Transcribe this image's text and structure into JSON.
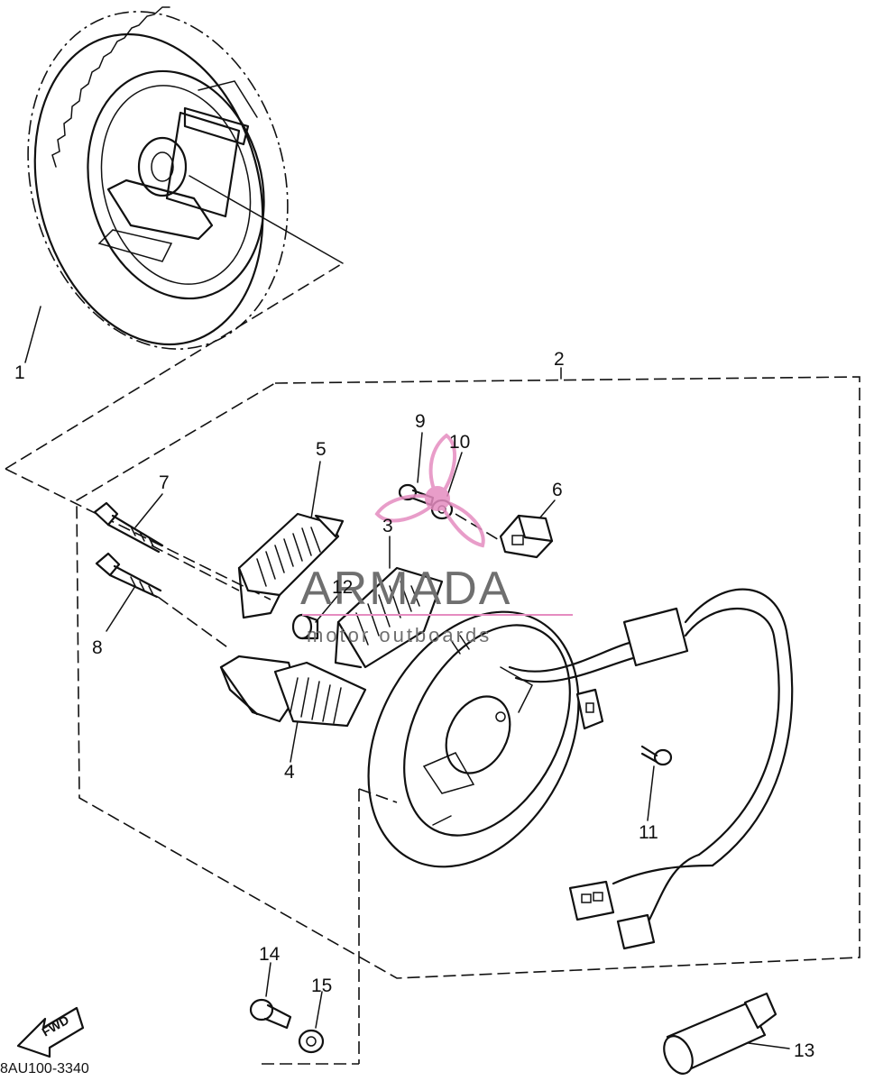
{
  "diagram": {
    "callouts": [
      "1",
      "2",
      "3",
      "4",
      "5",
      "6",
      "7",
      "8",
      "9",
      "10",
      "11",
      "12",
      "13",
      "14",
      "15"
    ],
    "fwd_label": "FWD",
    "footer_code": "8AU100-3340"
  },
  "watermark": {
    "brand": "ARMADA",
    "tagline": "motor outboards",
    "color": "#e58cc0"
  }
}
